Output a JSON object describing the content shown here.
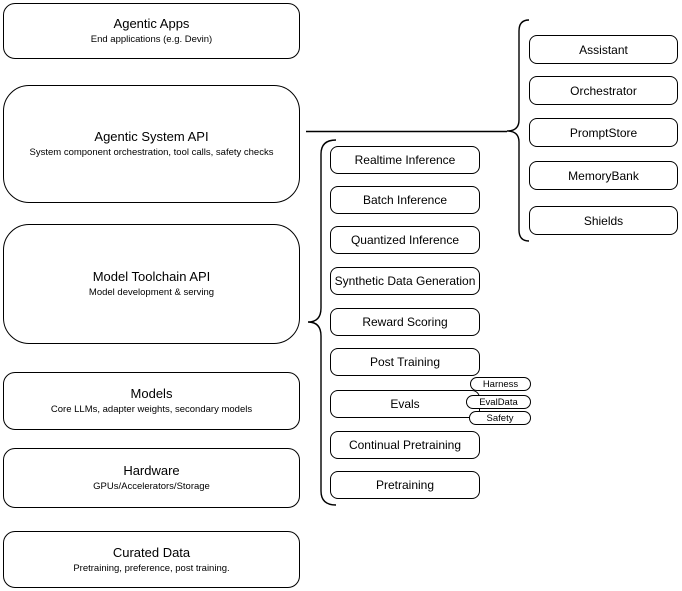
{
  "diagram": {
    "stack_nodes": [
      {
        "title": "Agentic Apps",
        "subtitle": "End applications (e.g. Devin)"
      },
      {
        "title": "Agentic System API",
        "subtitle": "System component orchestration, tool calls, safety checks"
      },
      {
        "title": "Model Toolchain API",
        "subtitle": "Model development & serving"
      },
      {
        "title": "Models",
        "subtitle": "Core LLMs, adapter weights, secondary models"
      },
      {
        "title": "Hardware",
        "subtitle": "GPUs/Accelerators/Storage"
      },
      {
        "title": "Curated Data",
        "subtitle": "Pretraining, preference, post training."
      }
    ],
    "toolchain_items": [
      "Realtime Inference",
      "Batch Inference",
      "Quantized Inference",
      "Synthetic Data Generation",
      "Reward Scoring",
      "Post Training",
      "Evals",
      "Continual Pretraining",
      "Pretraining"
    ],
    "eval_tags": [
      "Harness",
      "EvalData",
      "Safety"
    ],
    "system_components": [
      "Assistant",
      "Orchestrator",
      "PromptStore",
      "MemoryBank",
      "Shields"
    ],
    "colors": {
      "stroke": "#000000",
      "background": "#ffffff",
      "text": "#000000"
    }
  }
}
